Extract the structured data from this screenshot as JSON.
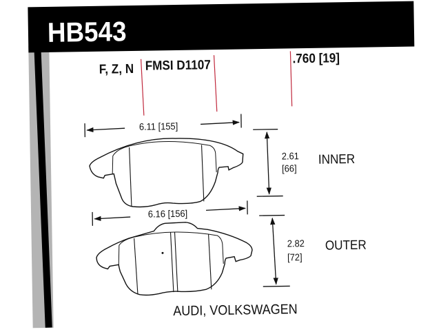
{
  "header": {
    "part_number": "HB543",
    "background_color": "#000000",
    "text_color": "#ffffff"
  },
  "specs": {
    "compounds": "F, Z, N",
    "fmsi": "FMSI D1107",
    "thickness": ".760 [19]",
    "divider_color": "#c0283c"
  },
  "inner_pad": {
    "label": "INNER",
    "width": "6.11 [155]",
    "height_in": "2.61",
    "height_mm": "[66]"
  },
  "outer_pad": {
    "label": "OUTER",
    "width": "6.16 [156]",
    "height_in": "2.82",
    "height_mm": "[72]"
  },
  "vehicle": {
    "makes": "AUDI, VOLKSWAGEN"
  }
}
